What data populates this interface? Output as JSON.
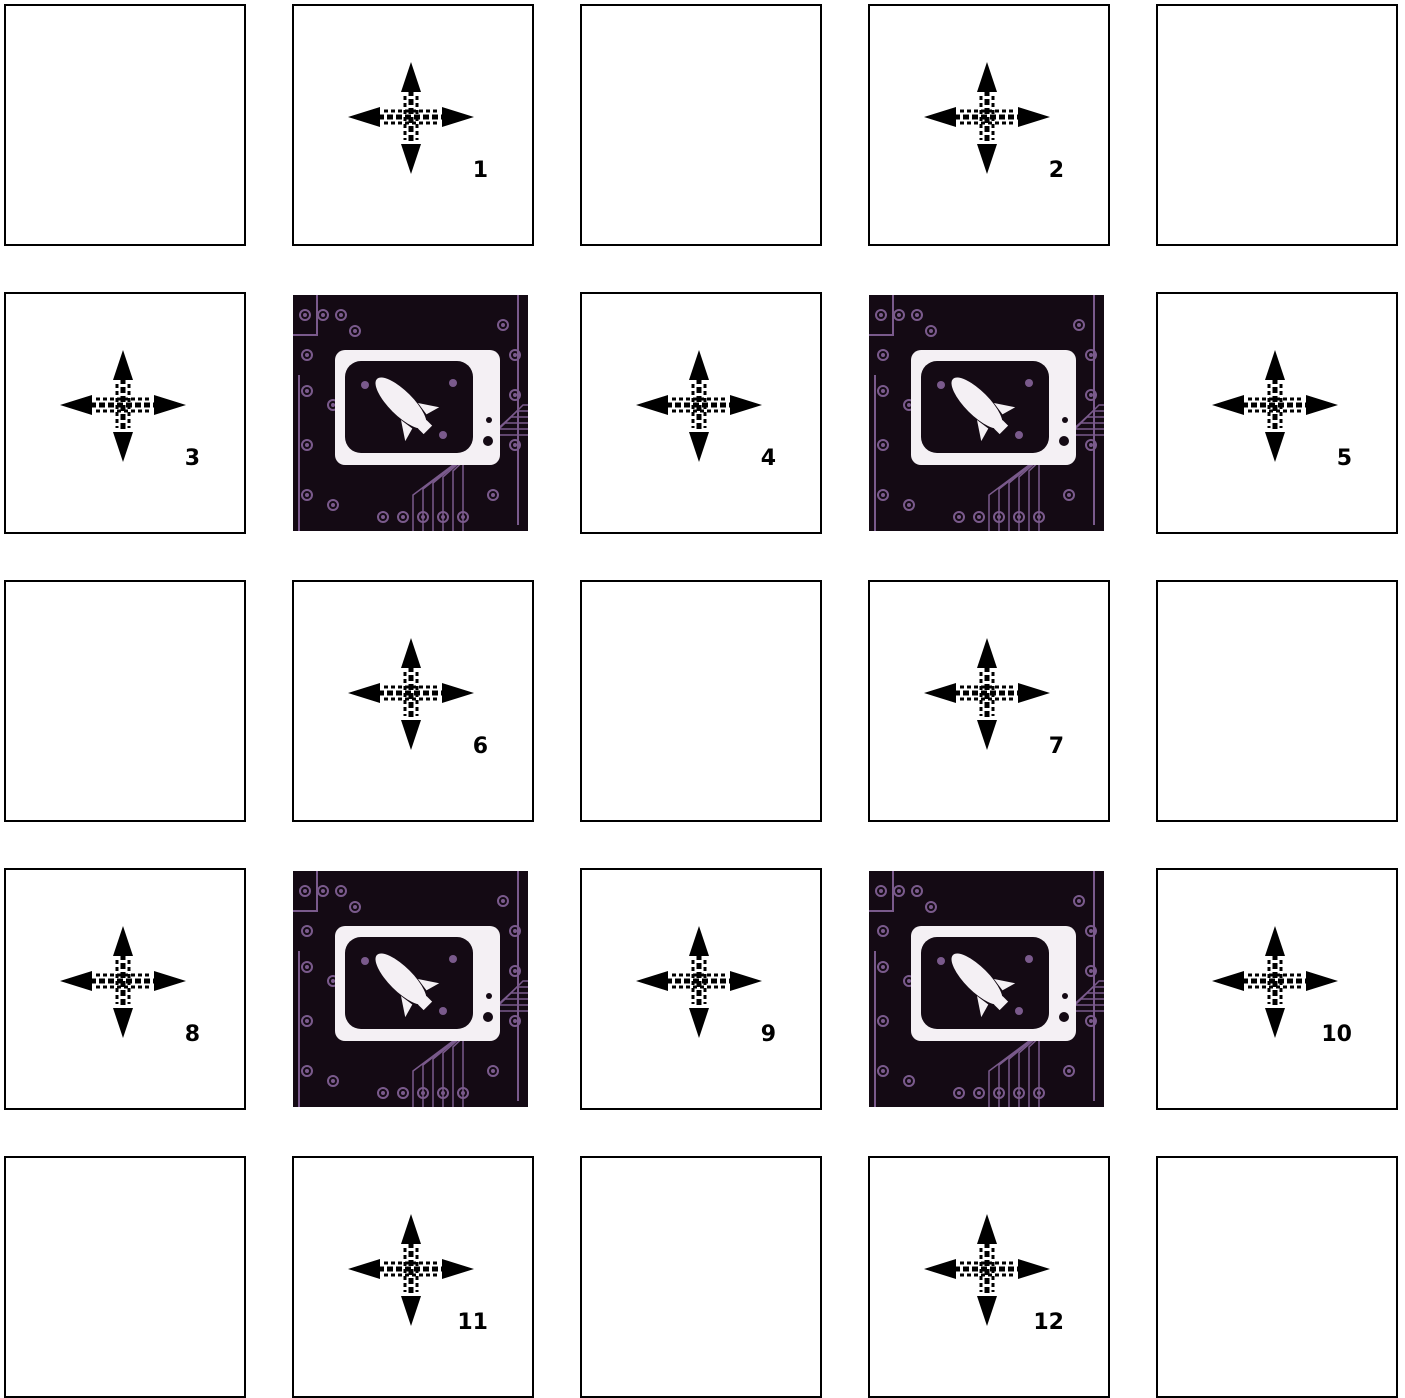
{
  "board": {
    "tiles": [
      {
        "type": "blank"
      },
      {
        "type": "move",
        "number": "1",
        "icon": "move-arrows-icon"
      },
      {
        "type": "blank"
      },
      {
        "type": "move",
        "number": "2",
        "icon": "move-arrows-icon"
      },
      {
        "type": "blank"
      },
      {
        "type": "move",
        "number": "3",
        "icon": "move-arrows-icon"
      },
      {
        "type": "picture",
        "icon": "rocket-monitor-icon"
      },
      {
        "type": "move",
        "number": "4",
        "icon": "move-arrows-icon"
      },
      {
        "type": "picture",
        "icon": "rocket-monitor-icon"
      },
      {
        "type": "move",
        "number": "5",
        "icon": "move-arrows-icon"
      },
      {
        "type": "blank"
      },
      {
        "type": "move",
        "number": "6",
        "icon": "move-arrows-icon"
      },
      {
        "type": "blank"
      },
      {
        "type": "move",
        "number": "7",
        "icon": "move-arrows-icon"
      },
      {
        "type": "blank"
      },
      {
        "type": "move",
        "number": "8",
        "icon": "move-arrows-icon"
      },
      {
        "type": "picture",
        "icon": "rocket-monitor-icon"
      },
      {
        "type": "move",
        "number": "9",
        "icon": "move-arrows-icon"
      },
      {
        "type": "picture",
        "icon": "rocket-monitor-icon"
      },
      {
        "type": "move",
        "number": "10",
        "icon": "move-arrows-icon"
      },
      {
        "type": "blank"
      },
      {
        "type": "move",
        "number": "11",
        "icon": "move-arrows-icon"
      },
      {
        "type": "blank"
      },
      {
        "type": "move",
        "number": "12",
        "icon": "move-arrows-icon"
      },
      {
        "type": "blank"
      }
    ]
  },
  "colors": {
    "tile_border": "#000000",
    "tile_bg": "#ffffff",
    "picture_bg": "#140a14",
    "circuit": "#7a5a8c",
    "screen_frame": "#f4f0f4"
  }
}
